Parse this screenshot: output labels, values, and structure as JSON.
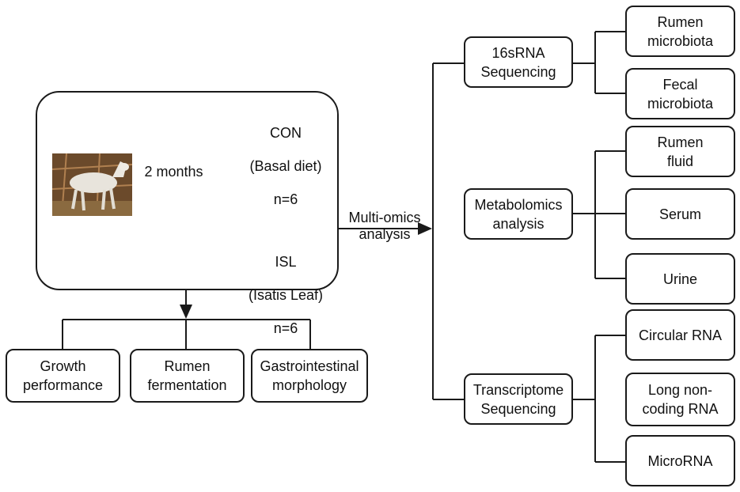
{
  "study": {
    "duration_label": "2 months",
    "groups": [
      {
        "name": "CON",
        "diet": "(Basal diet)",
        "n": "n=6"
      },
      {
        "name": "ISL",
        "diet": "(Isatis Leaf)",
        "n": "n=6"
      }
    ],
    "photo_subject": "goat-photo"
  },
  "outcomes": [
    "Growth\nperformance",
    "Rumen\nfermentation",
    "Gastrointestinal\nmorphology"
  ],
  "analysis_label": "Multi-omics\nanalysis",
  "omics": [
    {
      "label": "16sRNA\nSequencing",
      "targets": [
        "Rumen\nmicrobiota",
        "Fecal\nmicrobiota"
      ]
    },
    {
      "label": "Metabolomics\nanalysis",
      "targets": [
        "Rumen\nfluid",
        "Serum",
        "Urine"
      ]
    },
    {
      "label": "Transcriptome\nSequencing",
      "targets": [
        "Circular RNA",
        "Long non-\ncoding RNA",
        "MicroRNA"
      ]
    }
  ],
  "colors": {
    "stroke": "#1a1a1a",
    "background": "#ffffff"
  }
}
